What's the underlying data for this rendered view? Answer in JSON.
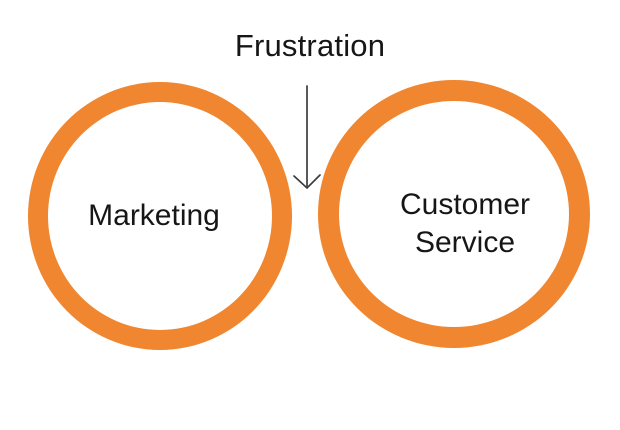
{
  "diagram": {
    "title": "Frustration",
    "circles": [
      {
        "id": "marketing",
        "label": "Marketing"
      },
      {
        "id": "customer-service",
        "label": "Customer Service"
      }
    ],
    "icons": {
      "arrow": "down-arrow-icon"
    }
  },
  "colors": {
    "ring": "#F0862F",
    "text": "#161616",
    "arrow": "#3C3C3C",
    "background": "#FFFFFF"
  }
}
